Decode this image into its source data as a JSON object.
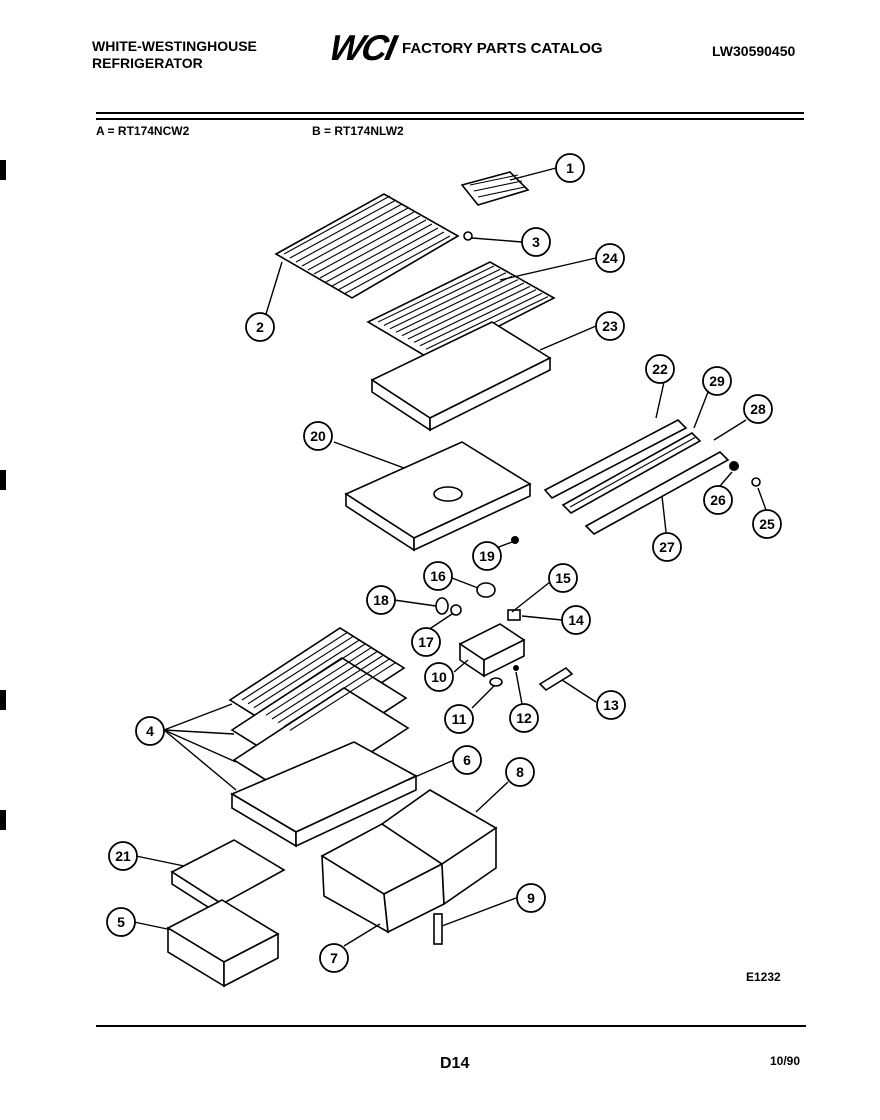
{
  "header": {
    "brand_line1": "WHITE-WESTINGHOUSE",
    "brand_line2": "REFRIGERATOR",
    "logo": "WCI",
    "catalog_title": "FACTORY PARTS CATALOG",
    "document_number": "LW30590450"
  },
  "models": {
    "a": "A = RT174NCW2",
    "b": "B = RT174NLW2"
  },
  "diagram": {
    "drawing_code": "E1232",
    "callouts": [
      "1",
      "2",
      "3",
      "4",
      "5",
      "6",
      "7",
      "8",
      "9",
      "10",
      "11",
      "12",
      "13",
      "14",
      "15",
      "16",
      "17",
      "18",
      "19",
      "20",
      "21",
      "22",
      "23",
      "24",
      "25",
      "26",
      "27",
      "28",
      "29"
    ]
  },
  "footer": {
    "page_number": "D14",
    "date": "10/90"
  }
}
